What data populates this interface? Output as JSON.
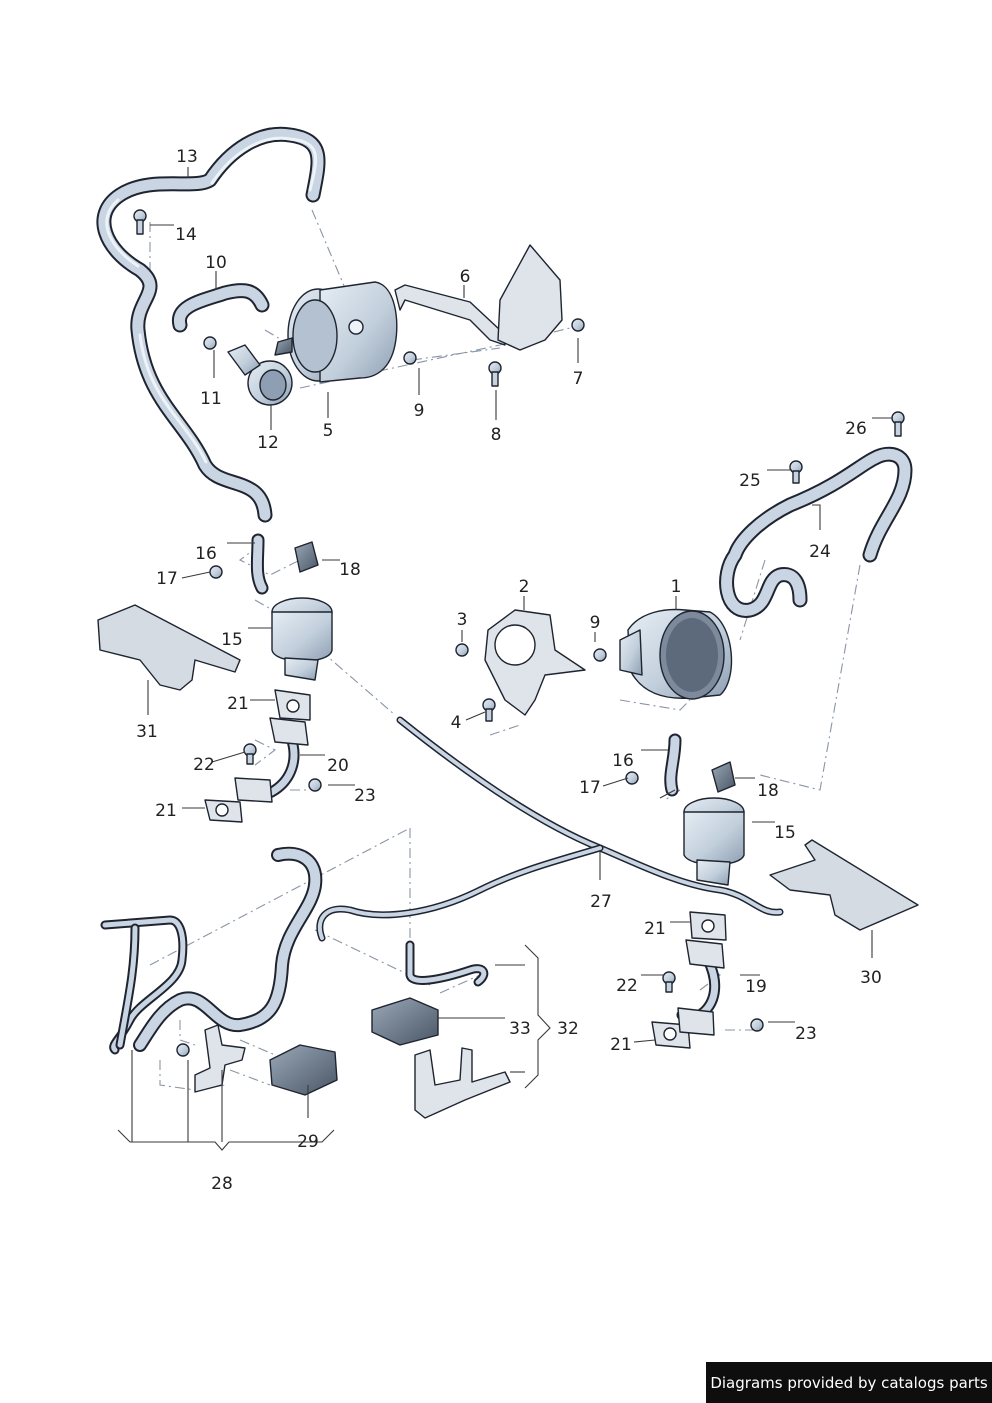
{
  "colors": {
    "part_fill": "#c7d3e0",
    "part_shadow": "#8e9fb3",
    "outline": "#1e2430",
    "bracket_fill": "#d9dee5",
    "footer_bg": "#0e0e0e"
  },
  "callouts": [
    "1",
    "2",
    "3",
    "4",
    "5",
    "6",
    "7",
    "8",
    "9",
    "9",
    "10",
    "11",
    "12",
    "13",
    "14",
    "15",
    "15",
    "16",
    "16",
    "17",
    "17",
    "18",
    "18",
    "19",
    "20",
    "21",
    "21",
    "21",
    "21",
    "22",
    "22",
    "23",
    "23",
    "24",
    "25",
    "26",
    "27",
    "28",
    "29",
    "30",
    "31",
    "32",
    "33"
  ],
  "footer": {
    "text": "Diagrams provided by catalogs parts"
  }
}
